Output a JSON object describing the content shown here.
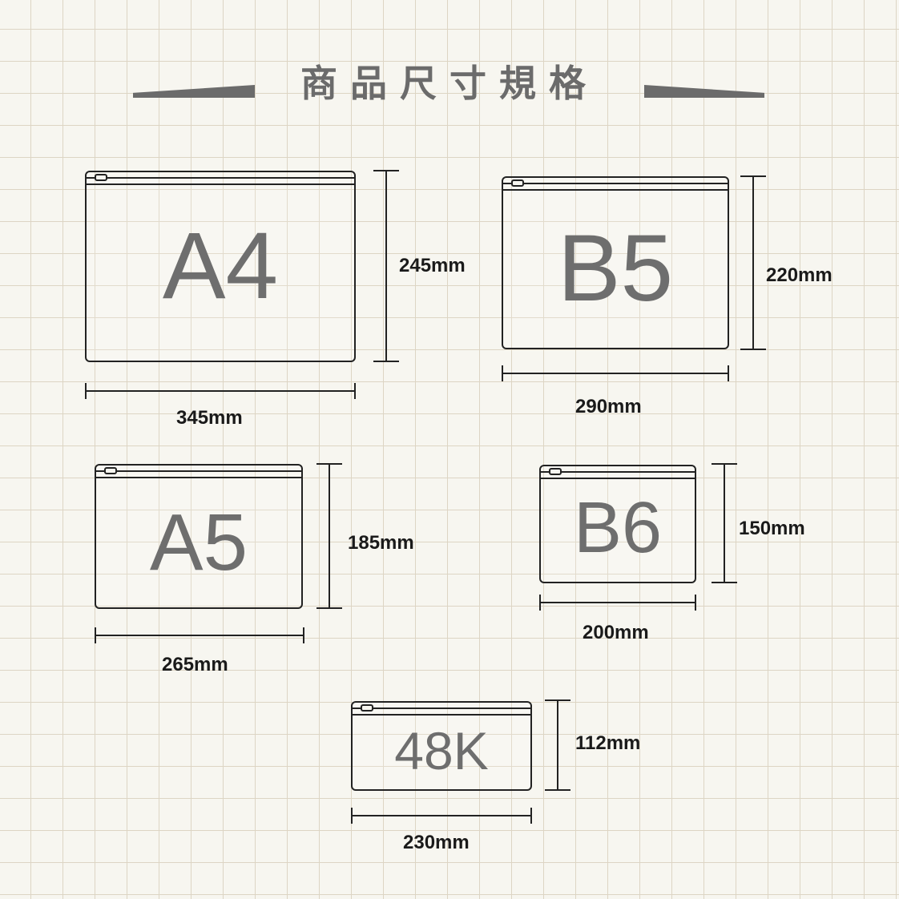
{
  "title": "商品尺寸規格",
  "bags": {
    "a4": {
      "label": "A4",
      "width": "345mm",
      "height": "245mm"
    },
    "b5": {
      "label": "B5",
      "width": "290mm",
      "height": "220mm"
    },
    "a5": {
      "label": "A5",
      "width": "265mm",
      "height": "185mm"
    },
    "b6": {
      "label": "B6",
      "width": "200mm",
      "height": "150mm"
    },
    "k48": {
      "label": "48K",
      "width": "230mm",
      "height": "112mm"
    }
  }
}
